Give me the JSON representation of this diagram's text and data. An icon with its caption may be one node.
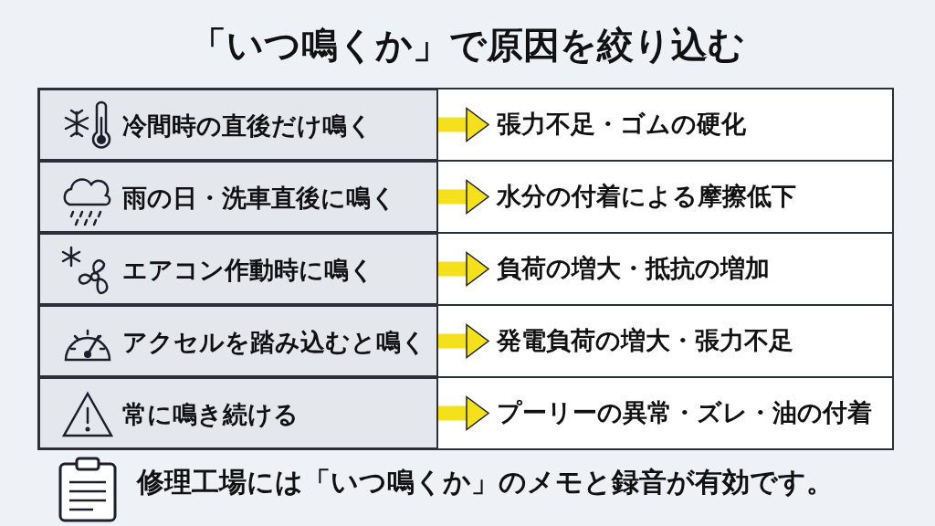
{
  "diagram": {
    "title": "「いつ鳴くか」で原因を絞り込む",
    "nodes": [
      {
        "text": [
          "冷間時の直後だけ鳴く"
        ]
      },
      {
        "text": [
          "張力不足・ゴムの硬化"
        ]
      },
      {
        "text": [
          "雨の日・洗車直後に鳴く"
        ]
      },
      {
        "text": [
          "水分の付着による摩擦低下"
        ]
      },
      {
        "text": [
          "エアコン作動時に鳴く"
        ]
      },
      {
        "text": [
          "負荷の増大・抵抗の増加"
        ]
      },
      {
        "text": [
          "アクセルを踏み込むと鳴く"
        ]
      },
      {
        "text": [
          "発電負荷の増大・張力不足"
        ]
      },
      {
        "text": [
          "常に鳴き続ける"
        ]
      },
      {
        "text": [
          "プーリーの異常・ズレ・油の付着"
        ]
      }
    ],
    "edges": [
      {
        "from": 0,
        "to": 1,
        "arrow": "to"
      },
      {
        "from": 2,
        "to": 3,
        "arrow": "to"
      },
      {
        "from": 4,
        "to": 5,
        "arrow": "to"
      },
      {
        "from": 6,
        "to": 7,
        "arrow": "to"
      },
      {
        "from": 8,
        "to": 9,
        "arrow": "to"
      }
    ],
    "labels": [
      "修理工場には「いつ鳴くか」のメモと録音が有効です。"
    ]
  }
}
